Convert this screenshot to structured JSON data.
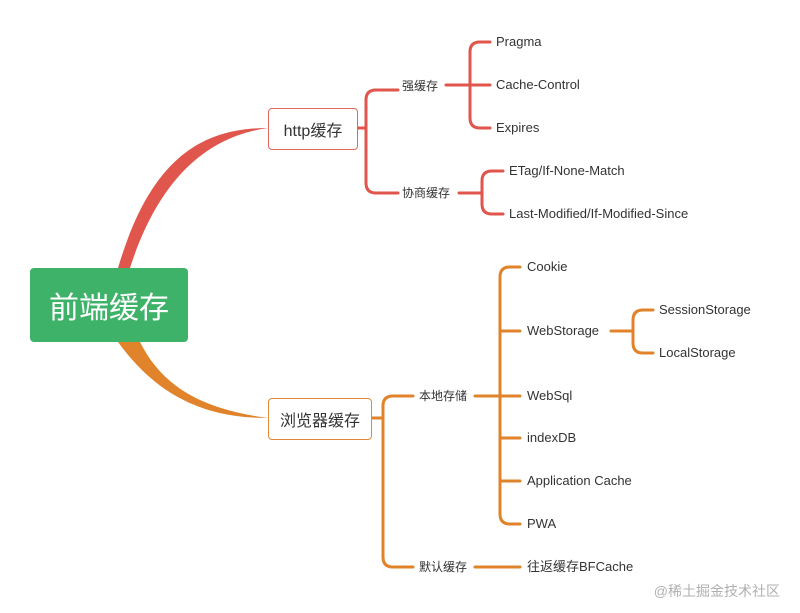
{
  "root": {
    "label": "前端缓存"
  },
  "http": {
    "label": "http缓存",
    "strong": {
      "label": "强缓存",
      "items": [
        "Pragma",
        "Cache-Control",
        "Expires"
      ]
    },
    "negotiate": {
      "label": "协商缓存",
      "items": [
        "ETag/If-None-Match",
        "Last-Modified/If-Modified-Since"
      ]
    }
  },
  "browser": {
    "label": "浏览器缓存",
    "local": {
      "label": "本地存储",
      "items": [
        "Cookie",
        "WebStorage",
        "WebSql",
        "indexDB",
        "Application Cache",
        "PWA"
      ],
      "webstorage_children": [
        "SessionStorage",
        "LocalStorage"
      ]
    },
    "default": {
      "label": "默认缓存",
      "items": [
        "往返缓存BFCache"
      ]
    }
  },
  "watermark": "@稀土掘金技术社区",
  "colors": {
    "root": "#3fb26a",
    "http": "#e0564d",
    "browser": "#e0832a",
    "text": "#333333"
  }
}
